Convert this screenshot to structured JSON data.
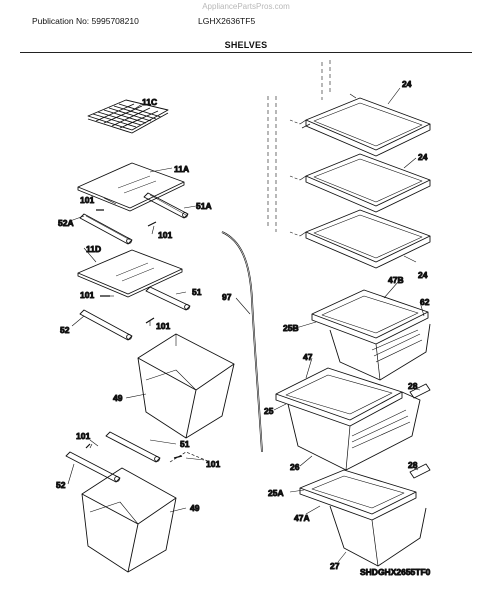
{
  "header": {
    "site": "AppliancePartsPros.com",
    "publication": "Publication No: 5995708210",
    "model": "LGHX2636TF5",
    "section_title": "SHELVES"
  },
  "diagram_code": "SHDGHX2655TF0",
  "callouts": {
    "c11C": "11C",
    "c11A": "11A",
    "c11D": "11D",
    "c101a": "101",
    "c101b": "101",
    "c101c": "101",
    "c101d": "101",
    "c101e": "101",
    "c101f": "101",
    "c52A": "52A",
    "c51A": "51A",
    "c51a": "51",
    "c51b": "51",
    "c52a": "52",
    "c52b": "52",
    "c97": "97",
    "c49a": "49",
    "c49b": "49",
    "c24a": "24",
    "c24b": "24",
    "c24c": "24",
    "c47B": "47B",
    "c62": "62",
    "c25B": "25B",
    "c47": "47",
    "c28a": "28",
    "c28b": "28",
    "c25": "25",
    "c26": "26",
    "c25A": "25A",
    "c47A": "47A",
    "c27": "27"
  }
}
